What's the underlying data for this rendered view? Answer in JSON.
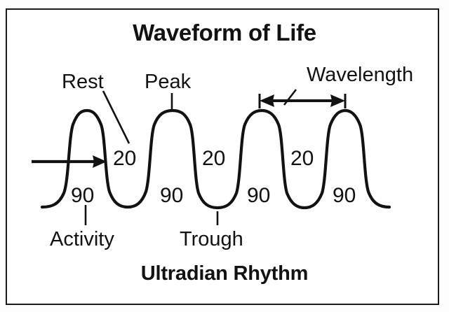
{
  "figure": {
    "title": "Waveform of Life",
    "caption": "Ultradian Rhythm",
    "border_color": "#1a1a1a",
    "stroke_color": "#121212",
    "background": "#ffffff"
  },
  "chart_data": {
    "type": "line",
    "title": "Waveform of Life",
    "subtitle": "Ultradian Rhythm",
    "xlabel": "",
    "ylabel": "",
    "grid": false,
    "legend": "none",
    "series": [
      {
        "name": "Ultradian Rhythm",
        "description": "Square-ish rounded oscillation alternating between high activity plateaus and low rest plateaus",
        "cycles": 4,
        "high_plateau_label": "90",
        "low_plateau_label": "20",
        "high_plateau_minutes": 90,
        "low_plateau_minutes": 20,
        "x": [
          60,
          122,
          182,
          245,
          310,
          372,
          432,
          490,
          555
        ],
        "y": [
          "rest",
          "peak",
          "trough",
          "peak",
          "trough",
          "peak",
          "trough",
          "peak",
          "rest"
        ]
      }
    ],
    "value_labels": [
      {
        "text": "20",
        "phase": "trough",
        "index": 0
      },
      {
        "text": "90",
        "phase": "peak",
        "index": 0
      },
      {
        "text": "20",
        "phase": "trough",
        "index": 1
      },
      {
        "text": "90",
        "phase": "peak",
        "index": 1
      },
      {
        "text": "20",
        "phase": "trough",
        "index": 2
      },
      {
        "text": "90",
        "phase": "peak",
        "index": 2
      },
      {
        "text": "90",
        "phase": "peak",
        "index": 3
      }
    ],
    "annotations": [
      {
        "id": "rest",
        "text": "Rest",
        "target": "descending-edge",
        "leader": "diagonal"
      },
      {
        "id": "peak",
        "text": "Peak",
        "target": "wave-crest",
        "leader": "vertical"
      },
      {
        "id": "wavelength",
        "text": "Wavelength",
        "target": "crest-to-crest",
        "leader": "double-arrow"
      },
      {
        "id": "activity",
        "text": "Activity",
        "target": "high-plateau",
        "leader": "vertical"
      },
      {
        "id": "trough",
        "text": "Trough",
        "target": "wave-trough",
        "leader": "vertical"
      },
      {
        "id": "entry-arrow",
        "text": "",
        "target": "waveform-start",
        "leader": "right-arrow"
      }
    ]
  },
  "labels": {
    "rest": "Rest",
    "peak": "Peak",
    "wavelength": "Wavelength",
    "activity": "Activity",
    "trough": "Trough"
  },
  "values": {
    "twenty_1": "20",
    "twenty_2": "20",
    "twenty_3": "20",
    "ninety_1": "90",
    "ninety_2": "90",
    "ninety_3": "90",
    "ninety_4": "90"
  }
}
